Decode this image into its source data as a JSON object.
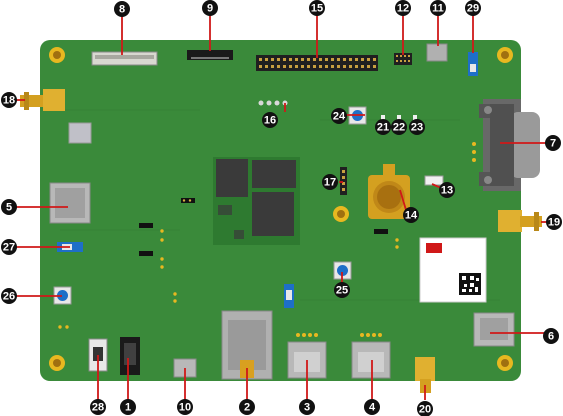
{
  "colors": {
    "pcb": "#3a8a3a",
    "pcb_dark": "#2e7a30",
    "callout_bg": "#111111",
    "callout_text": "#ffffff",
    "leader": "#d01818",
    "hole": "#e8b820",
    "hole_inner": "#a07010",
    "connector_black": "#1a1a1a",
    "metal": "#b8b8b8",
    "blue": "#1e6fc8",
    "gold": "#d4a020"
  },
  "callouts": [
    {
      "id": "1",
      "label": "1"
    },
    {
      "id": "2",
      "label": "2"
    },
    {
      "id": "3",
      "label": "3"
    },
    {
      "id": "4",
      "label": "4"
    },
    {
      "id": "5",
      "label": "5"
    },
    {
      "id": "6",
      "label": "6"
    },
    {
      "id": "7",
      "label": "7"
    },
    {
      "id": "8",
      "label": "8"
    },
    {
      "id": "9",
      "label": "9"
    },
    {
      "id": "10",
      "label": "10"
    },
    {
      "id": "11",
      "label": "11"
    },
    {
      "id": "12",
      "label": "12"
    },
    {
      "id": "13",
      "label": "13"
    },
    {
      "id": "14",
      "label": "14"
    },
    {
      "id": "15",
      "label": "15"
    },
    {
      "id": "16",
      "label": "16"
    },
    {
      "id": "17",
      "label": "17"
    },
    {
      "id": "18",
      "label": "18"
    },
    {
      "id": "19",
      "label": "19"
    },
    {
      "id": "20",
      "label": "20"
    },
    {
      "id": "21",
      "label": "21"
    },
    {
      "id": "22",
      "label": "22"
    },
    {
      "id": "23",
      "label": "23"
    },
    {
      "id": "24",
      "label": "24"
    },
    {
      "id": "25",
      "label": "25"
    },
    {
      "id": "26",
      "label": "26"
    },
    {
      "id": "27",
      "label": "27"
    },
    {
      "id": "28",
      "label": "28"
    },
    {
      "id": "29",
      "label": "29"
    }
  ]
}
